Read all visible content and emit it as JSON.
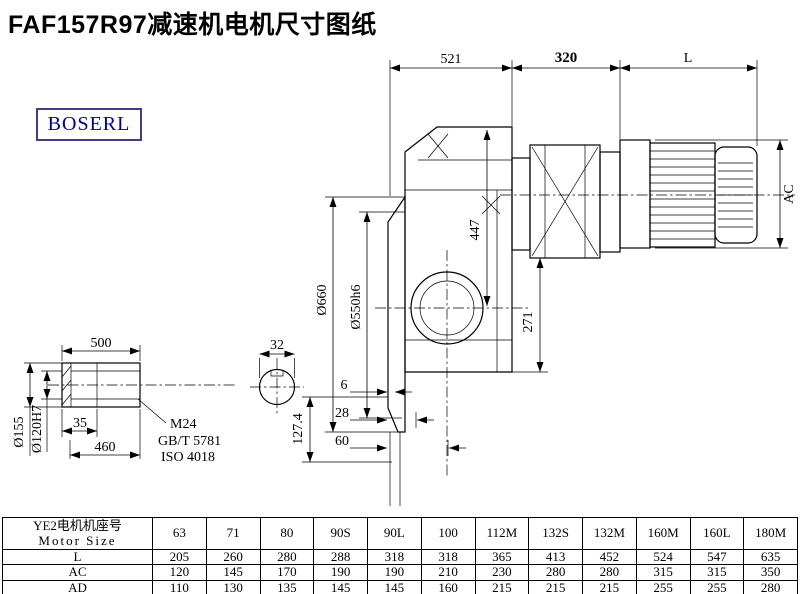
{
  "page": {
    "title": "FAF157R97减速机电机尺寸图纸",
    "logo_text": "BOSERL"
  },
  "drawing": {
    "top_dims": {
      "gearbox_length": "521",
      "adapter_length": "320",
      "motor_length": "L"
    },
    "motor_dims": {
      "ac": "AC"
    },
    "main_dims": {
      "flange_outer_dia": "Ø660",
      "flange_spigot_dia": "Ø550h6",
      "axis_height": "447",
      "adapter_height": "271"
    },
    "bottom_dims": {
      "d6": "6",
      "d28": "28",
      "d60": "60",
      "d127": "127.4"
    },
    "shaft_dims": {
      "length": "500",
      "step": "35",
      "usable_length": "460",
      "outer_dia": "Ø155",
      "bore_dia": "Ø120H7",
      "key_width": "32",
      "thread": "M24",
      "thread_std1": "GB/T 5781",
      "thread_std2": "ISO 4018"
    }
  },
  "table": {
    "header_line1": "YE2电机机座号",
    "header_line2": "Motor Size",
    "columns": [
      "63",
      "71",
      "80",
      "90S",
      "90L",
      "100",
      "112M",
      "132S",
      "132M",
      "160M",
      "160L",
      "180M"
    ],
    "rows": [
      {
        "label": "L",
        "values": [
          "205",
          "260",
          "280",
          "288",
          "318",
          "318",
          "365",
          "413",
          "452",
          "524",
          "547",
          "635"
        ]
      },
      {
        "label": "AC",
        "values": [
          "120",
          "145",
          "170",
          "190",
          "190",
          "210",
          "230",
          "280",
          "280",
          "315",
          "315",
          "350"
        ]
      },
      {
        "label": "AD",
        "values": [
          "110",
          "130",
          "135",
          "145",
          "145",
          "160",
          "215",
          "215",
          "215",
          "255",
          "255",
          "280"
        ]
      }
    ]
  }
}
